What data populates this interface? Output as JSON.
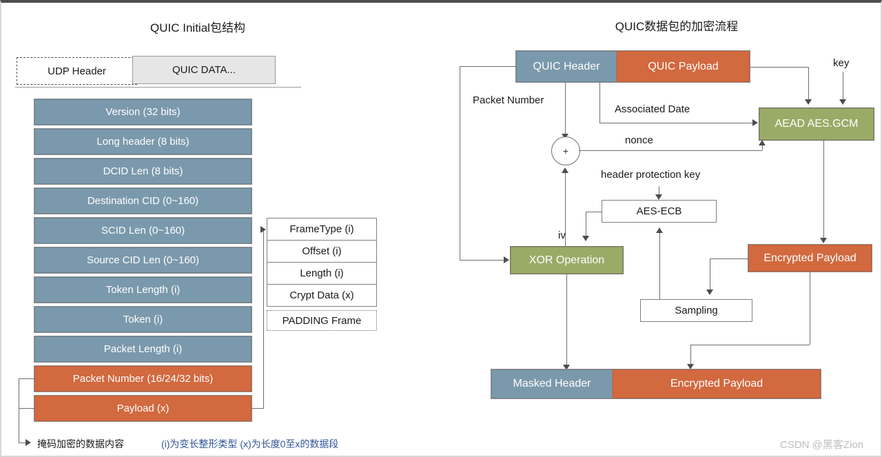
{
  "titles": {
    "left": "QUIC Initial包结构",
    "right": "QUIC数据包的加密流程"
  },
  "left_panel": {
    "udp_header": "UDP Header",
    "quic_data": "QUIC DATA...",
    "fields": [
      {
        "label": "Version (32 bits)",
        "color": "blue"
      },
      {
        "label": "Long header (8 bits)",
        "color": "blue"
      },
      {
        "label": "DCID Len (8 bits)",
        "color": "blue"
      },
      {
        "label": "Destination CID (0~160)",
        "color": "blue"
      },
      {
        "label": "SCID Len (0~160)",
        "color": "blue"
      },
      {
        "label": "Source CID Len (0~160)",
        "color": "blue"
      },
      {
        "label": "Token Length (i)",
        "color": "blue"
      },
      {
        "label": "Token (i)",
        "color": "blue"
      },
      {
        "label": "Packet Length (i)",
        "color": "blue"
      },
      {
        "label": "Packet Number (16/24/32 bits)",
        "color": "orange"
      },
      {
        "label": "Payload (x)",
        "color": "orange"
      }
    ],
    "frame_rows": [
      "FrameType (i)",
      "Offset (i)",
      "Length (i)",
      "Crypt Data (x)"
    ],
    "padding_frame": "PADDING Frame",
    "footnote_black": "掩码加密的数据内容",
    "footnote_blue": "(i)为变长整形类型 (x)为长度0至x的数据段"
  },
  "right_panel": {
    "quic_header": "QUIC Header",
    "quic_payload": "QUIC Payload",
    "key": "key",
    "packet_number": "Packet Number",
    "associated_date": "Associated Date",
    "nonce": "nonce",
    "aead": "AEAD AES.GCM",
    "plus_symbol": "+",
    "header_protection_key": "header protection key",
    "aes_ecb": "AES-ECB",
    "iv": "iv",
    "xor_operation": "XOR Operation",
    "encrypted_payload_mid": "Encrypted Payload",
    "sampling": "Sampling",
    "masked_header": "Masked Header",
    "encrypted_payload_bottom": "Encrypted Payload"
  },
  "watermark": "CSDN @黑客Zion",
  "colors": {
    "blue": "#7b99ac",
    "orange": "#d2693f",
    "green": "#9aab67",
    "grey": "#e6e6e6",
    "note_blue": "#2f5496"
  }
}
